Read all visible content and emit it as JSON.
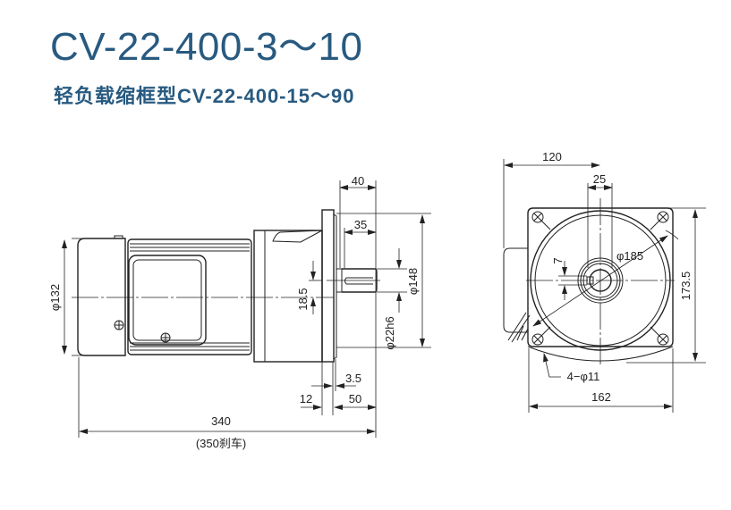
{
  "title": "CV-22-400-3～10",
  "subtitle": "轻负载缩框型CV-22-400-15～90",
  "side_view": {
    "dim_flange_to_shaft_end": "40",
    "dim_shaft_length": "35",
    "dim_key_height": "18.5",
    "dim_body_diameter": "φ132",
    "dim_spigot_diameter": "φ148",
    "dim_shaft_diameter": "φ22h6",
    "dim_spigot_depth": "3.5",
    "dim_flange_thickness": "12",
    "dim_shaft_projection": "50",
    "dim_total_length": "340",
    "dim_total_length_brake": "(350刹车)"
  },
  "front_view": {
    "dim_offset": "120",
    "dim_hub": "25",
    "dim_key_width": "7",
    "dim_pcd": "φ185",
    "dim_height": "173.5",
    "dim_holes": "4−φ11",
    "dim_width": "162"
  }
}
